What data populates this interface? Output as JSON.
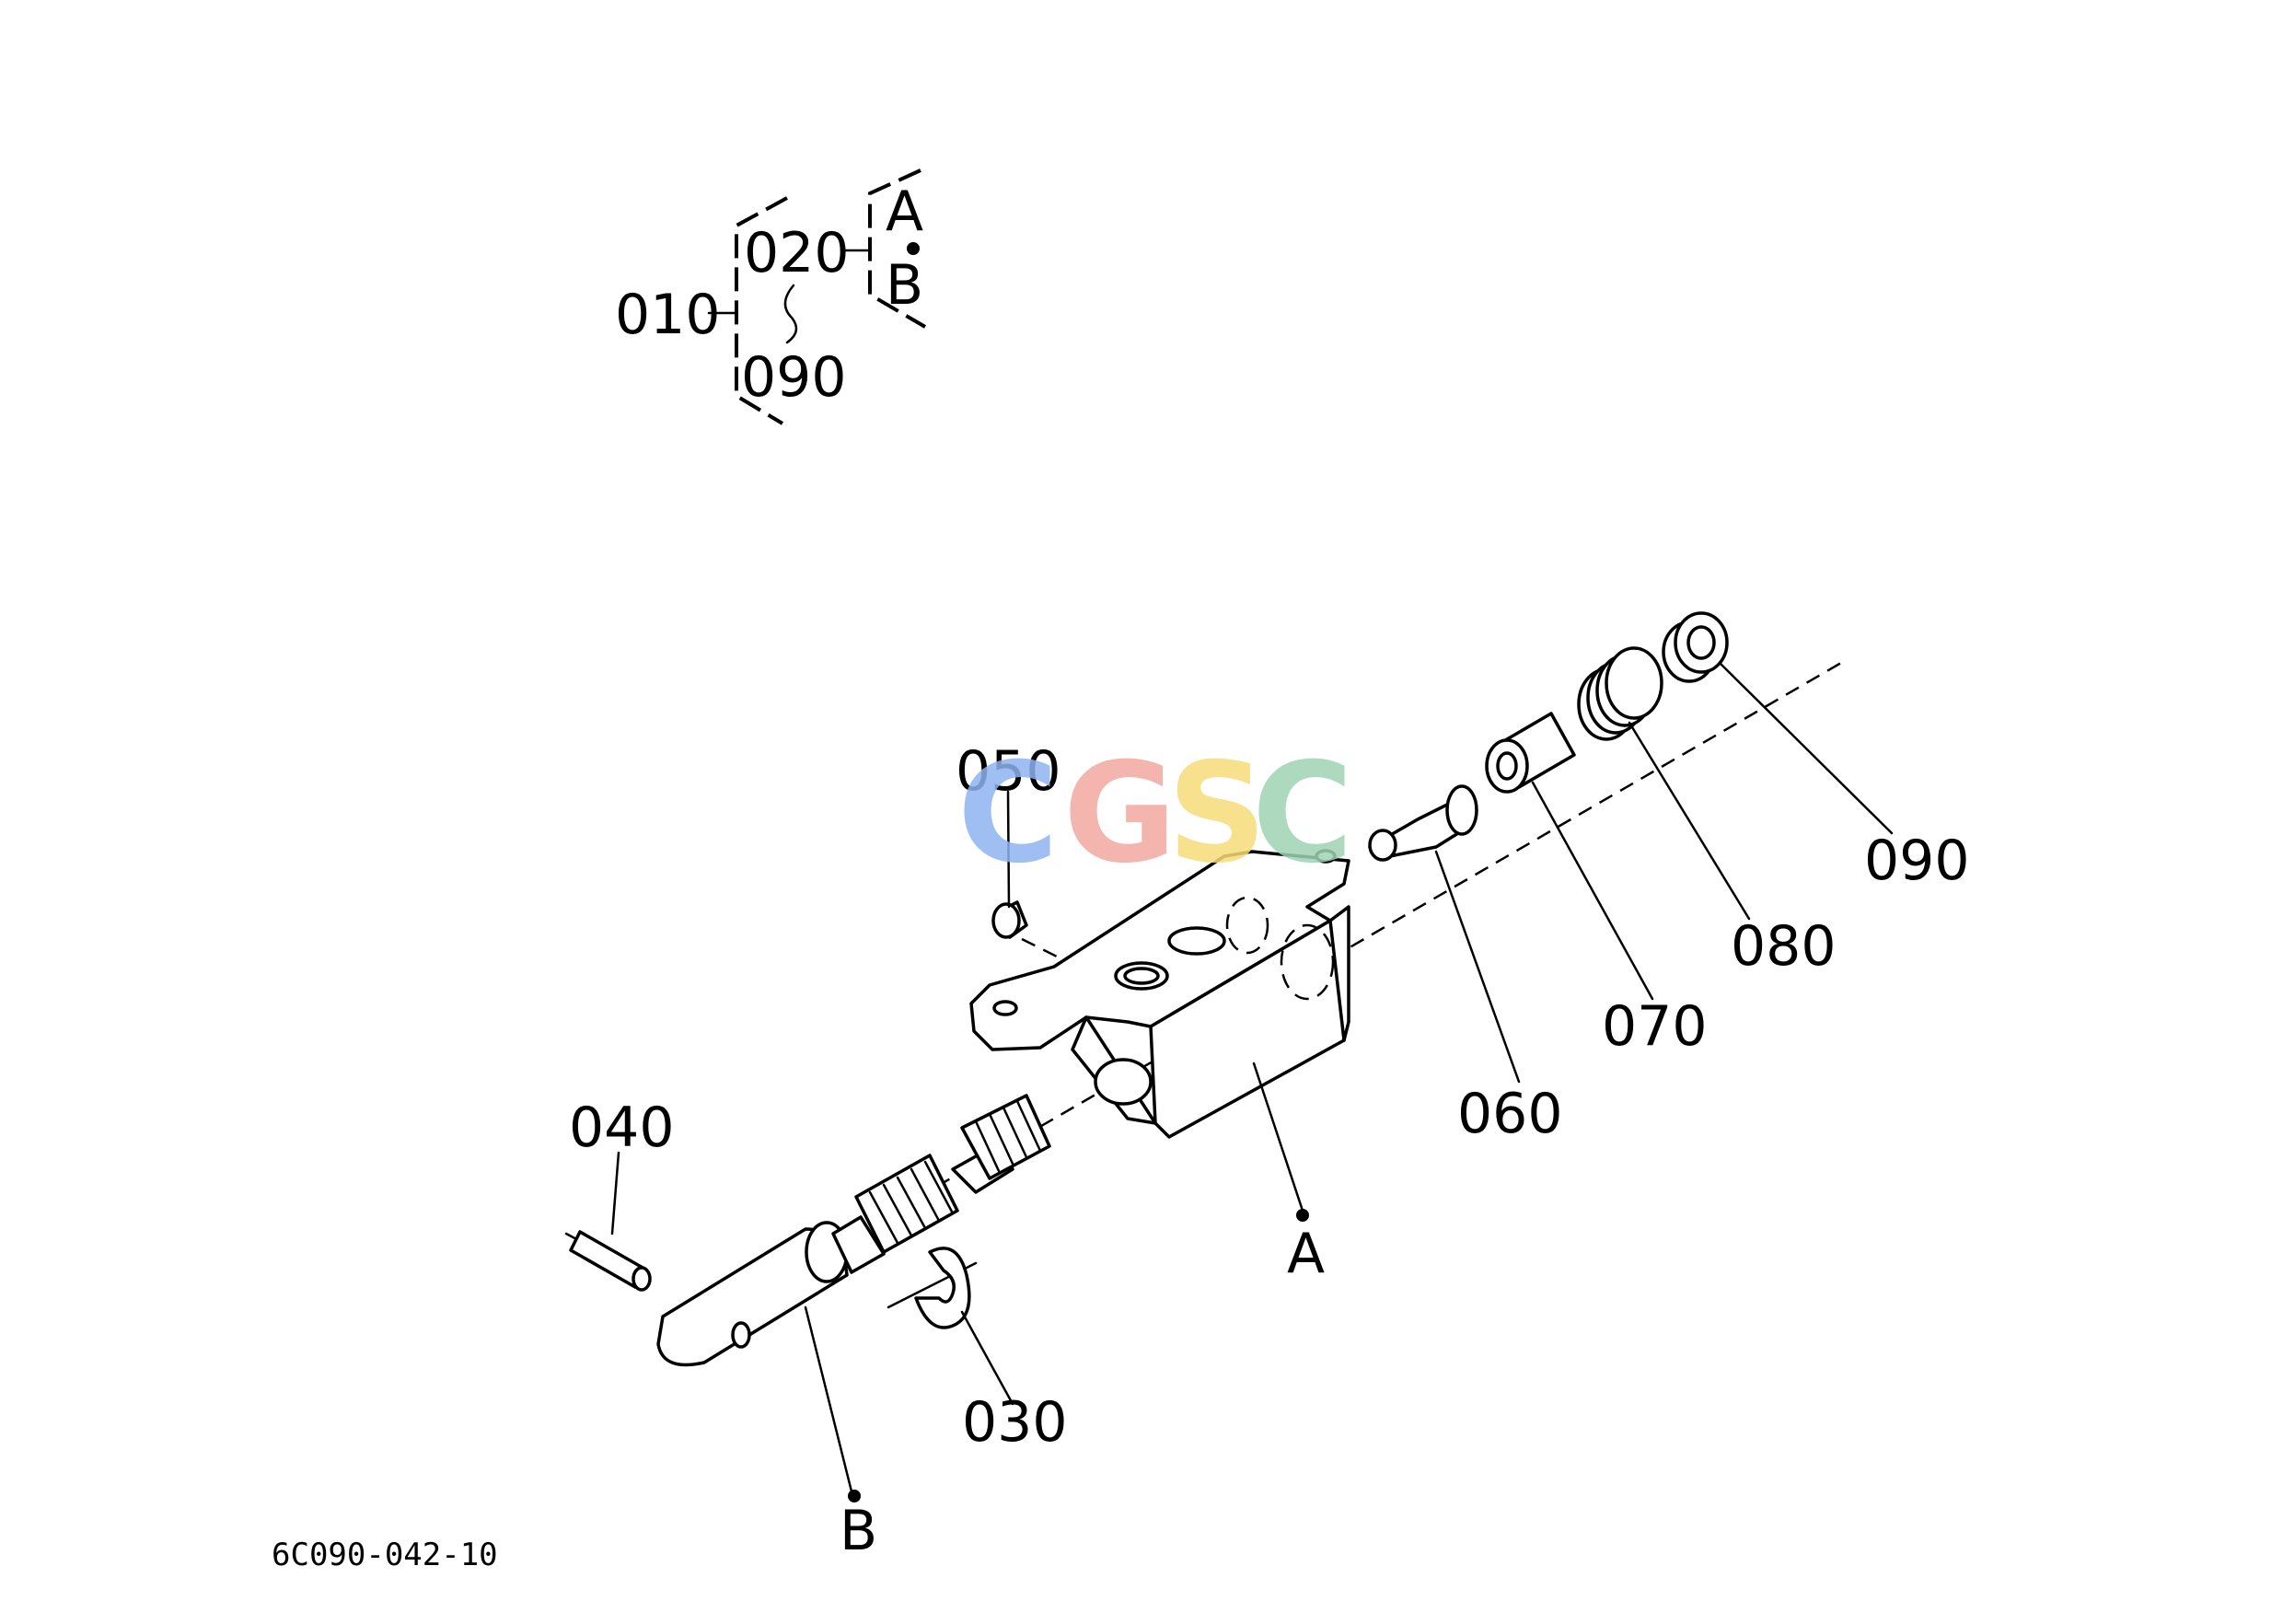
{
  "legend": {
    "assembly": "010",
    "range_start": "020",
    "range_end": "090",
    "point_a": "A",
    "point_b": "B"
  },
  "callouts": {
    "p030": "030",
    "p040": "040",
    "p050": "050",
    "p060": "060",
    "p070": "070",
    "p080": "080",
    "p090": "090",
    "ref_a": "A",
    "ref_b": "B"
  },
  "drawing_code": "6C090-042-10",
  "watermark": {
    "letters": [
      "C",
      "G",
      "S",
      "C"
    ],
    "colors": [
      "#8fb4f2",
      "#f2a9a0",
      "#f6dc7a",
      "#9fd3b4"
    ]
  }
}
